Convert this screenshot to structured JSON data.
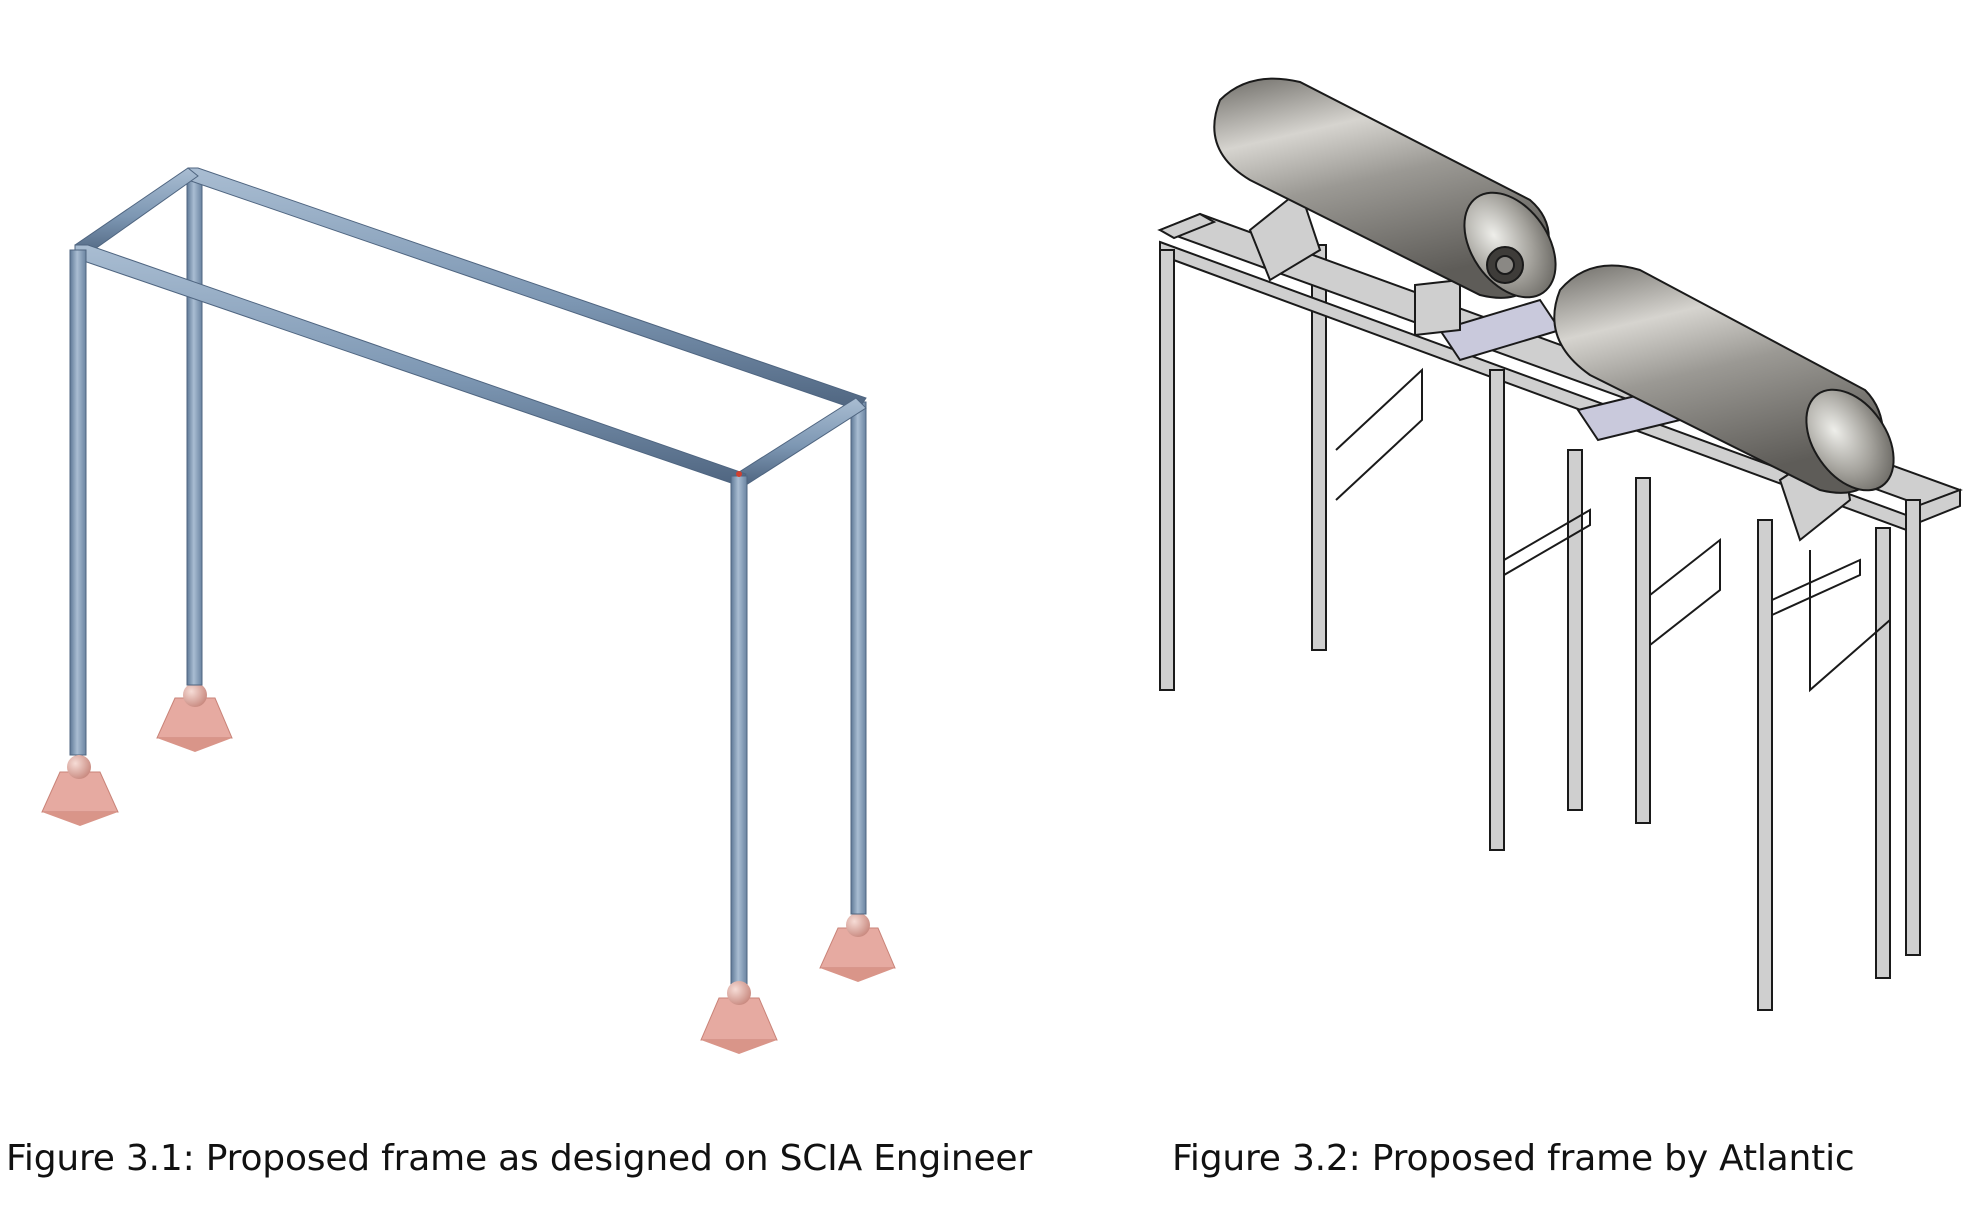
{
  "figures": [
    {
      "id": "figure-3-1",
      "caption": "Figure 3.1: Proposed frame as designed on SCIA Engineer",
      "colors": {
        "member": "#7d97b3",
        "member_dark": "#4f6580",
        "member_light": "#a9bdd2",
        "support": "#e3a59c",
        "support_dark": "#c98378"
      }
    },
    {
      "id": "figure-3-2",
      "caption": "Figure 3.2: Proposed frame by Atlantic",
      "colors": {
        "frame": "#c6c6c6",
        "outline": "#1a1a1a",
        "tank": "#8f8d88",
        "tank_light": "#d6d4cf",
        "plate": "#c9c9dc"
      }
    }
  ]
}
